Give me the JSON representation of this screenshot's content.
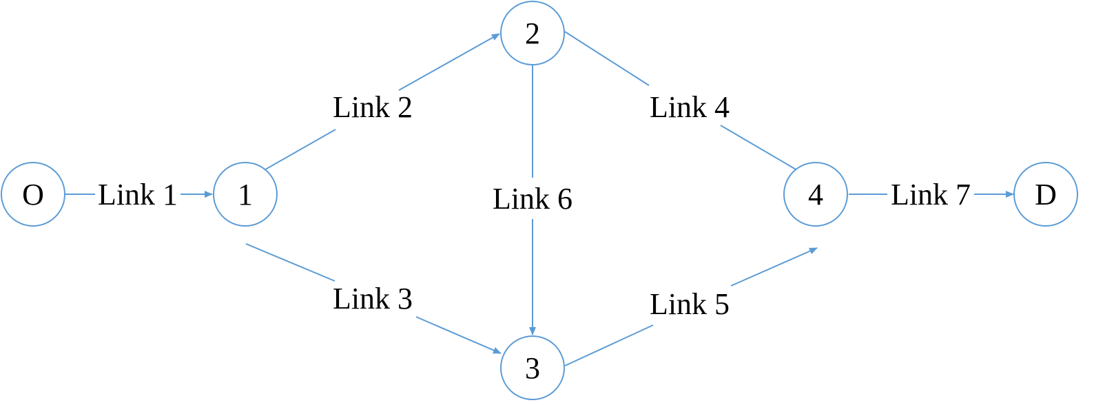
{
  "nodes": [
    {
      "id": "O",
      "label": "O"
    },
    {
      "id": "1",
      "label": "1"
    },
    {
      "id": "2",
      "label": "2"
    },
    {
      "id": "3",
      "label": "3"
    },
    {
      "id": "4",
      "label": "4"
    },
    {
      "id": "D",
      "label": "D"
    }
  ],
  "links": [
    {
      "id": "link1",
      "label": "Link 1",
      "from": "O",
      "to": "1"
    },
    {
      "id": "link2",
      "label": "Link 2",
      "from": "1",
      "to": "2"
    },
    {
      "id": "link3",
      "label": "Link 3",
      "from": "1",
      "to": "3"
    },
    {
      "id": "link4",
      "label": "Link 4",
      "from": "2",
      "to": "4"
    },
    {
      "id": "link5",
      "label": "Link 5",
      "from": "3",
      "to": "4"
    },
    {
      "id": "link6",
      "label": "Link 6",
      "from": "2",
      "to": "3"
    },
    {
      "id": "link7",
      "label": "Link 7",
      "from": "4",
      "to": "D"
    }
  ],
  "colors": {
    "edge": "#5b9bd5",
    "node_border": "#5b9bd5",
    "text": "#000000"
  }
}
